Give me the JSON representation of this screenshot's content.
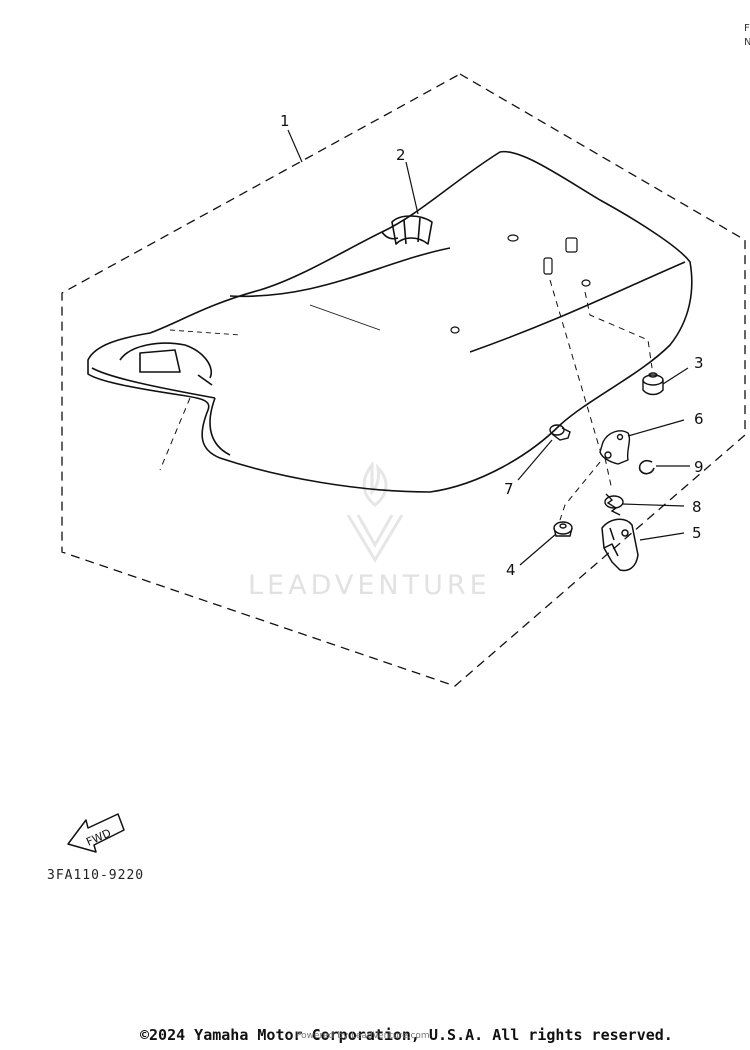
{
  "diagram": {
    "callouts": [
      {
        "id": "1",
        "label": "1"
      },
      {
        "id": "2",
        "label": "2"
      },
      {
        "id": "3",
        "label": "3"
      },
      {
        "id": "4",
        "label": "4"
      },
      {
        "id": "5",
        "label": "5"
      },
      {
        "id": "6",
        "label": "6"
      },
      {
        "id": "7",
        "label": "7"
      },
      {
        "id": "8",
        "label": "8"
      },
      {
        "id": "9",
        "label": "9"
      }
    ],
    "fwd_label": "FWD",
    "reference_code": "3FA110-9220",
    "corner_text": [
      "F",
      "N"
    ]
  },
  "watermark": {
    "text": "LEADVENTURE"
  },
  "footer": {
    "copyright": "©2024 Yamaha Motor Corporation, U.S.A. All rights reserved.",
    "overlay": "Powered by LeadVenture.com"
  },
  "colors": {
    "ink": "#111111",
    "watermark": "#e2e2e2",
    "background": "#ffffff"
  }
}
